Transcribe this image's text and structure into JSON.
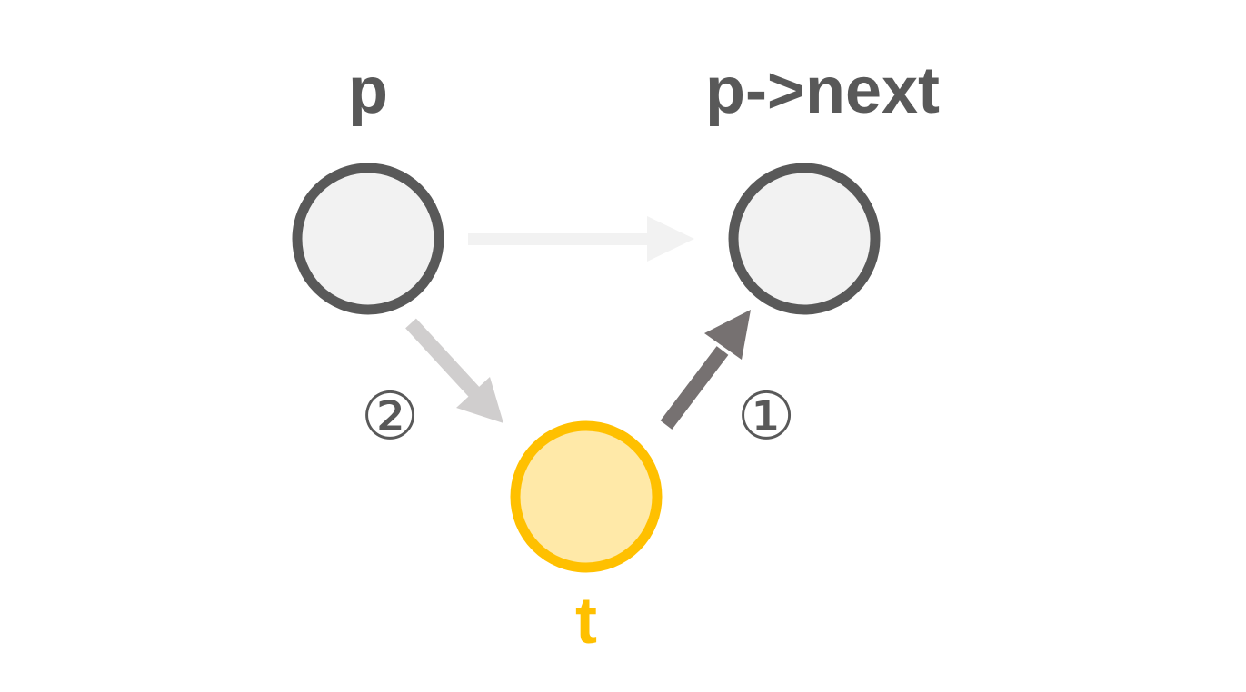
{
  "nodes": {
    "p": {
      "label": "p"
    },
    "p_next": {
      "label": "p->next"
    },
    "t": {
      "label": "t"
    }
  },
  "steps": {
    "one": {
      "label": "①"
    },
    "two": {
      "label": "②"
    }
  },
  "colors": {
    "node_stroke": "#595959",
    "node_fill": "#f2f2f2",
    "highlight_stroke": "#ffc000",
    "highlight_fill": "#ffe9a8",
    "label_text": "#595959",
    "highlight_text": "#ffc000",
    "arrow_old": "#f2f2f2",
    "arrow_step2": "#d0cece",
    "arrow_step1": "#767171"
  }
}
